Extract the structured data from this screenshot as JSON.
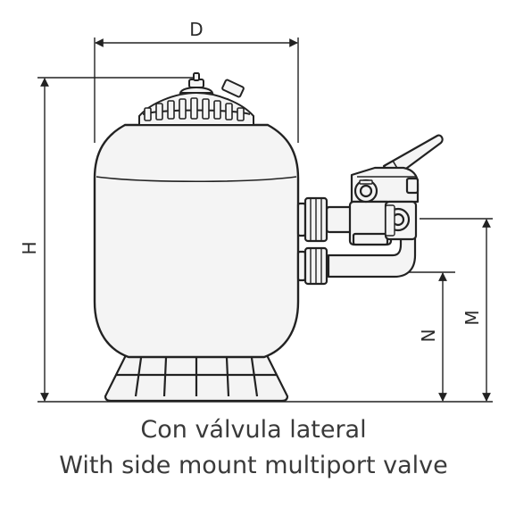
{
  "dimensions": {
    "d_label": "D",
    "h_label": "H",
    "n_label": "N",
    "m_label": "M"
  },
  "caption": {
    "line1": "Con válvula lateral",
    "line2": "With side mount multiport valve"
  },
  "colors": {
    "stroke": "#222222",
    "tank_fill": "#f4f4f4",
    "background": "#ffffff"
  }
}
